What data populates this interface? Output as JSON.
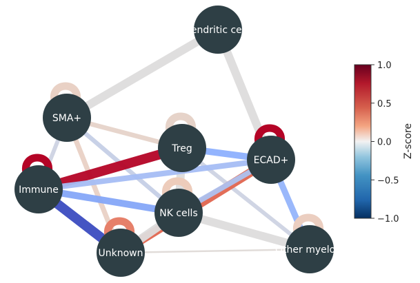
{
  "nodes": [
    {
      "id": "dendritic",
      "label": "Dendritic cells"
    },
    {
      "id": "sma",
      "label": "SMA+"
    },
    {
      "id": "treg",
      "label": "Treg"
    },
    {
      "id": "ecad",
      "label": "ECAD+"
    },
    {
      "id": "immune",
      "label": "Immune"
    },
    {
      "id": "nk",
      "label": "NK cells"
    },
    {
      "id": "unknown",
      "label": "Unknown"
    },
    {
      "id": "myeloid",
      "label": "Other myeloid"
    }
  ],
  "edges": [
    {
      "source": "dendritic",
      "target": "sma",
      "z": 0.0
    },
    {
      "source": "dendritic",
      "target": "ecad",
      "z": 0.0
    },
    {
      "source": "sma",
      "target": "treg",
      "z": 0.2
    },
    {
      "source": "sma",
      "target": "immune",
      "z": -0.1
    },
    {
      "source": "sma",
      "target": "nk",
      "z": -0.15
    },
    {
      "source": "sma",
      "target": "unknown",
      "z": 0.25
    },
    {
      "source": "treg",
      "target": "immune",
      "z": 1.0
    },
    {
      "source": "treg",
      "target": "ecad",
      "z": -0.5
    },
    {
      "source": "treg",
      "target": "nk",
      "z": 0.0
    },
    {
      "source": "treg",
      "target": "myeloid",
      "z": -0.1
    },
    {
      "source": "immune",
      "target": "ecad",
      "z": -0.35
    },
    {
      "source": "immune",
      "target": "nk",
      "z": -0.55
    },
    {
      "source": "immune",
      "target": "unknown",
      "z": -1.0
    },
    {
      "source": "ecad",
      "target": "unknown",
      "z": 0.85
    },
    {
      "source": "ecad",
      "target": "nk",
      "z": -0.3
    },
    {
      "source": "ecad",
      "target": "myeloid",
      "z": -0.45
    },
    {
      "source": "nk",
      "target": "unknown",
      "z": 0.0
    },
    {
      "source": "nk",
      "target": "myeloid",
      "z": 0.0
    },
    {
      "source": "unknown",
      "target": "myeloid",
      "z": 0.05
    }
  ],
  "self_loops": [
    {
      "node": "sma",
      "z": 0.25
    },
    {
      "node": "treg",
      "z": 0.2
    },
    {
      "node": "ecad",
      "z": 1.0
    },
    {
      "node": "immune",
      "z": 1.0
    },
    {
      "node": "nk",
      "z": 0.35
    },
    {
      "node": "unknown",
      "z": 0.75
    },
    {
      "node": "myeloid",
      "z": 0.3
    }
  ],
  "colorbar": {
    "title": "Z-score",
    "ticks": [
      "1.0",
      "0.5",
      "0.0",
      "−0.5",
      "−1.0"
    ],
    "vmin": -1.0,
    "vmax": 1.0,
    "colors": {
      "low": "#2166ac",
      "mid": "#f2f2f2",
      "high": "#b2182b"
    }
  },
  "node_color": "#2e3f45"
}
